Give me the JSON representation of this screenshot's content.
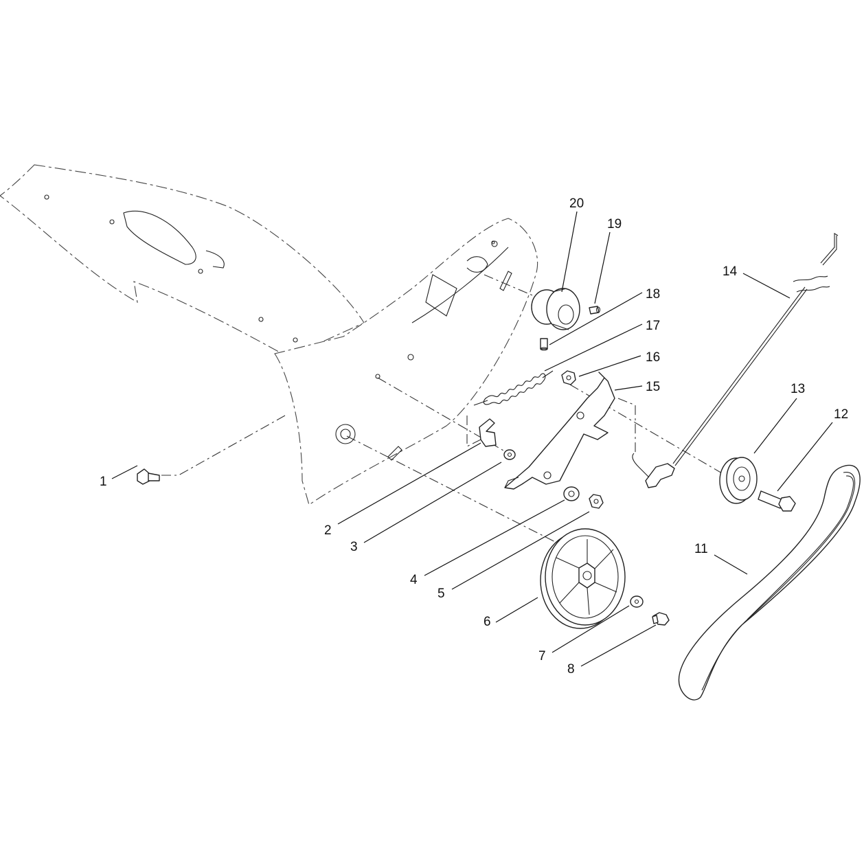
{
  "diagram": {
    "callouts": [
      "1",
      "2",
      "3",
      "4",
      "5",
      "6",
      "7",
      "8",
      "11",
      "12",
      "13",
      "14",
      "15",
      "16",
      "17",
      "18",
      "19",
      "20"
    ]
  }
}
